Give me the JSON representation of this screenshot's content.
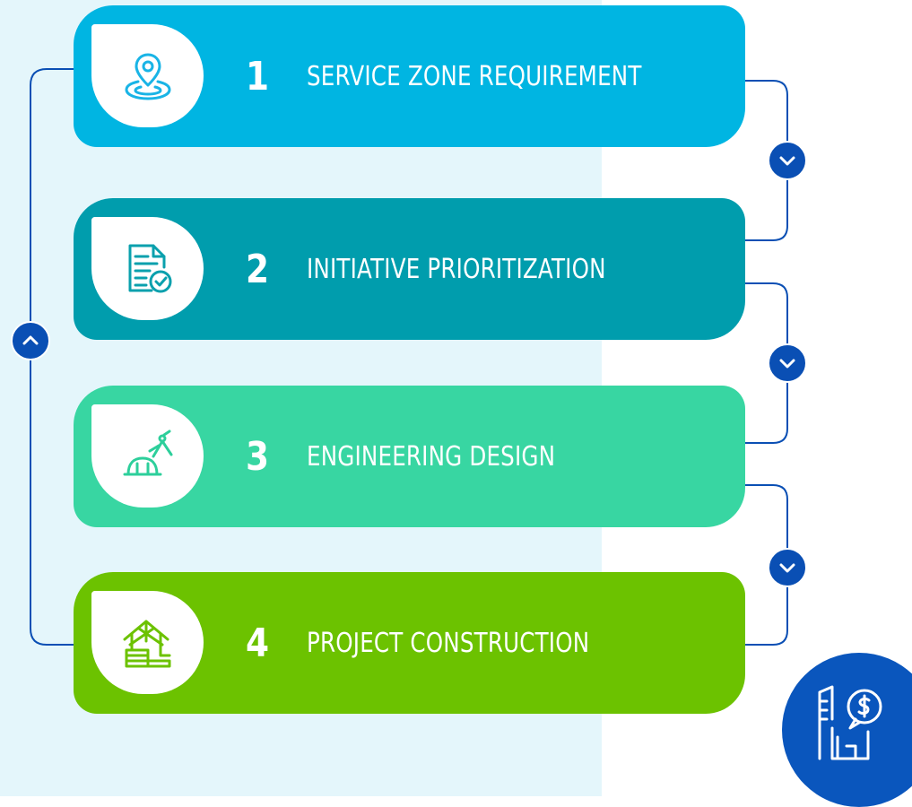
{
  "steps": [
    {
      "number": "1",
      "title": "SERVICE ZONE REQUIREMENT",
      "icon": "location-pin-icon",
      "color": "#00b5e2",
      "icon_color": "#19b4e6"
    },
    {
      "number": "2",
      "title": "INITIATIVE PRIORITIZATION",
      "icon": "document-check-icon",
      "color": "#009dad",
      "icon_color": "#0aa0ad"
    },
    {
      "number": "3",
      "title": "ENGINEERING DESIGN",
      "icon": "hardhat-compass-icon",
      "color": "#38d6a2",
      "icon_color": "#2dcf9b"
    },
    {
      "number": "4",
      "title": "PROJECT CONSTRUCTION",
      "icon": "house-construction-icon",
      "color": "#6cc200",
      "icon_color": "#6cc200"
    }
  ],
  "connector_color": "#0a4fb4",
  "corner_icon": "building-dollar-icon"
}
